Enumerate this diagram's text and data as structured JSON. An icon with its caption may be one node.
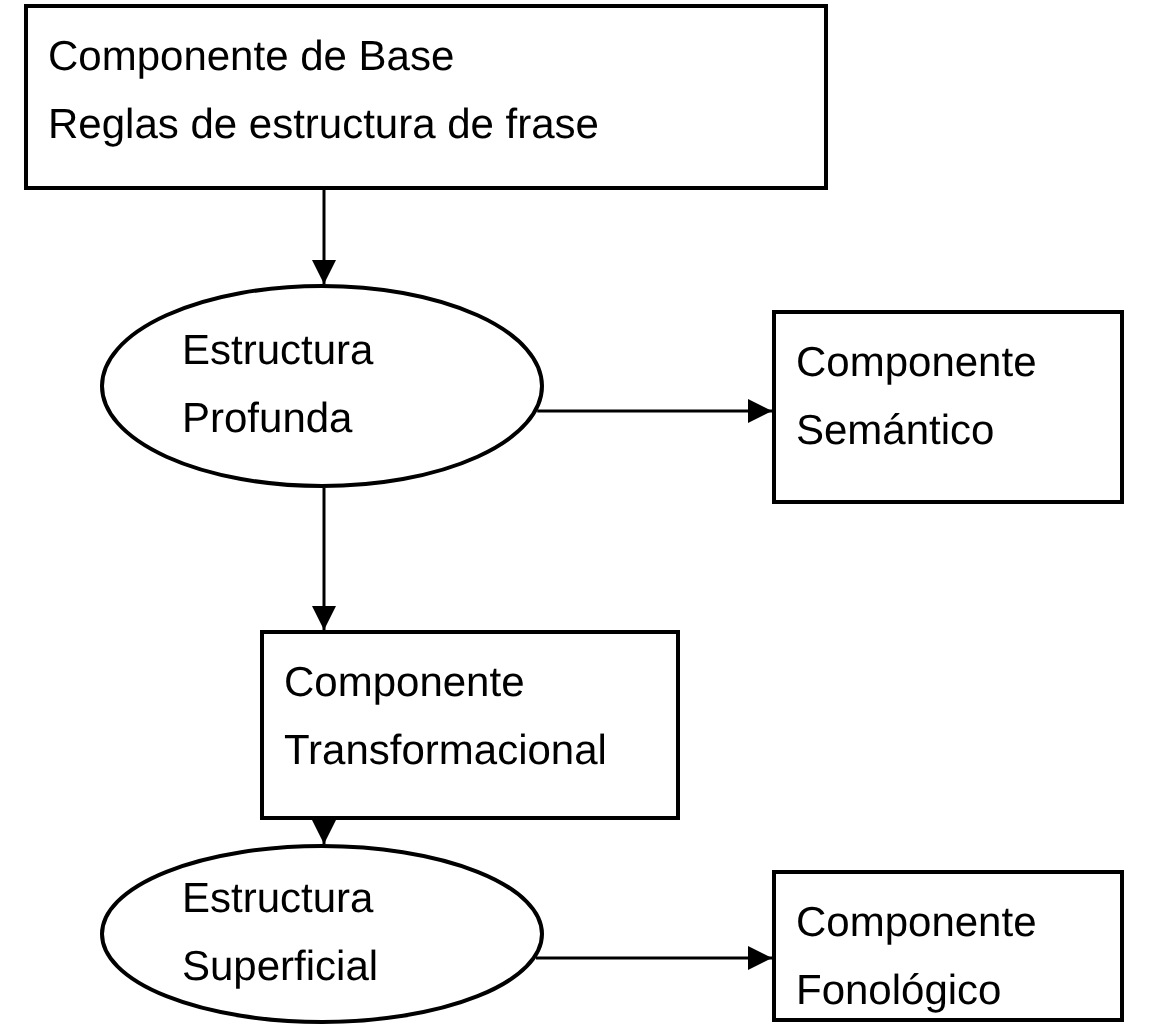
{
  "diagram": {
    "nodes": [
      {
        "text": [
          "Componente de Base",
          "Reglas de estructura de frase"
        ]
      },
      {
        "text": [
          "Estructura Profunda"
        ]
      },
      {
        "text": [
          "Componente Semántico"
        ]
      },
      {
        "text": [
          "Componente Transformacional"
        ]
      },
      {
        "text": [
          "Estructura Superficial"
        ]
      },
      {
        "text": [
          "Componente Fonológico"
        ]
      }
    ],
    "edges": [
      {
        "from": 0,
        "to": 1,
        "arrow": "to"
      },
      {
        "from": 1,
        "to": 2,
        "arrow": "to"
      },
      {
        "from": 1,
        "to": 3,
        "arrow": "to"
      },
      {
        "from": 3,
        "to": 4,
        "arrow": "to"
      },
      {
        "from": 4,
        "to": 5,
        "arrow": "to"
      }
    ]
  }
}
